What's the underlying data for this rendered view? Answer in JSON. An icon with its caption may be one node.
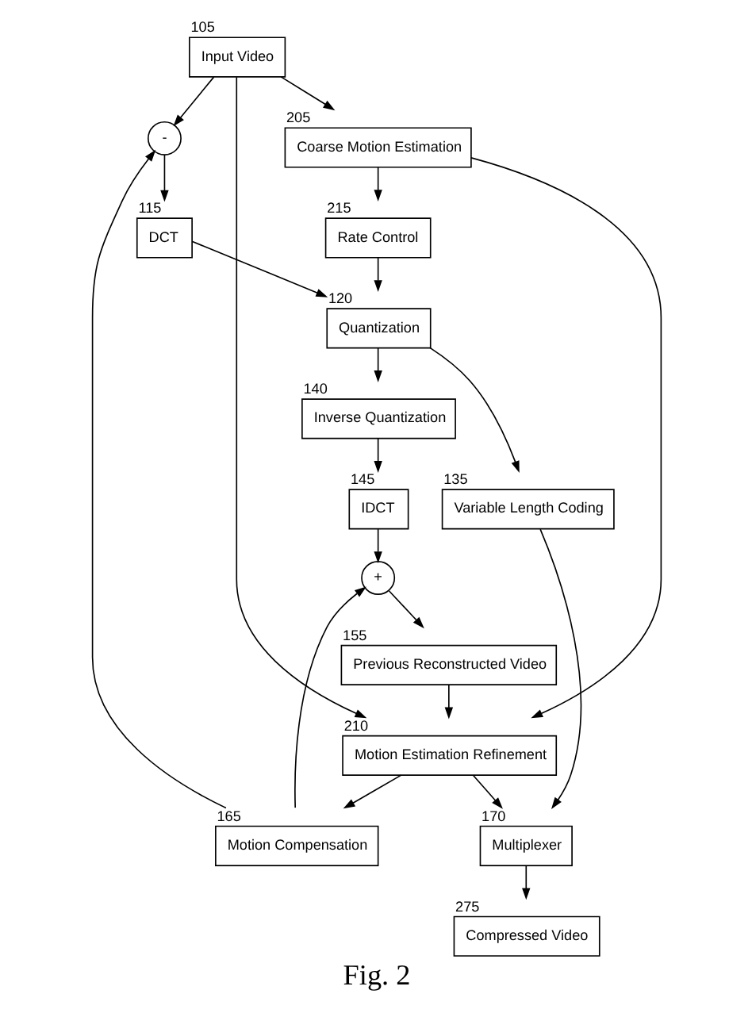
{
  "diagram": {
    "caption": "Fig. 2",
    "nodes": [
      {
        "text": [
          "Input Video"
        ],
        "beside": [
          "105"
        ]
      },
      {
        "text": [
          "-"
        ]
      },
      {
        "text": [
          "DCT"
        ],
        "beside": [
          "115"
        ]
      },
      {
        "text": [
          "Quantization"
        ],
        "beside": [
          "120"
        ]
      },
      {
        "text": [
          "Rate Control"
        ],
        "beside": [
          "215"
        ]
      },
      {
        "text": [
          "Variable Length Coding"
        ],
        "beside": [
          "135"
        ]
      },
      {
        "text": [
          "Inverse Quantization"
        ],
        "beside": [
          "140"
        ]
      },
      {
        "text": [
          "IDCT"
        ],
        "beside": [
          "145"
        ]
      },
      {
        "text": [
          "+"
        ]
      },
      {
        "text": [
          "Previous Reconstructed Video"
        ],
        "beside": [
          "155"
        ]
      },
      {
        "text": [
          "Motion Compensation"
        ],
        "beside": [
          "165"
        ]
      },
      {
        "text": [
          "Motion Estimation Refinement"
        ],
        "beside": [
          "210"
        ]
      },
      {
        "text": [
          "Coarse Motion Estimation"
        ],
        "beside": [
          "205"
        ]
      },
      {
        "text": [
          "Multiplexer"
        ],
        "beside": [
          "170"
        ]
      },
      {
        "text": [
          "Compressed Video"
        ],
        "beside": [
          "275"
        ]
      }
    ],
    "edges": [
      {
        "from": 0,
        "to": 1,
        "arrow": "to"
      },
      {
        "from": 1,
        "to": 2,
        "arrow": "to"
      },
      {
        "from": 2,
        "to": 3,
        "arrow": "to"
      },
      {
        "from": 3,
        "to": 5,
        "arrow": "to"
      },
      {
        "from": 3,
        "to": 6,
        "arrow": "to"
      },
      {
        "from": 6,
        "to": 7,
        "arrow": "to"
      },
      {
        "from": 7,
        "to": 8,
        "arrow": "to"
      },
      {
        "from": 8,
        "to": 9,
        "arrow": "to"
      },
      {
        "from": 9,
        "to": 11,
        "arrow": "to"
      },
      {
        "from": 10,
        "to": 1,
        "arrow": "to"
      },
      {
        "from": 10,
        "to": 8,
        "arrow": "to"
      },
      {
        "from": 11,
        "to": 10,
        "arrow": "to"
      },
      {
        "from": 11,
        "to": 13,
        "arrow": "to"
      },
      {
        "from": 4,
        "to": 3,
        "arrow": "to"
      },
      {
        "from": 12,
        "to": 4,
        "arrow": "to"
      },
      {
        "from": 12,
        "to": 11,
        "arrow": "to"
      },
      {
        "from": 0,
        "to": 11,
        "arrow": "to"
      },
      {
        "from": 0,
        "to": 12,
        "arrow": "to"
      },
      {
        "from": 5,
        "to": 13,
        "arrow": "to"
      },
      {
        "from": 13,
        "to": 14,
        "arrow": "to"
      }
    ]
  }
}
